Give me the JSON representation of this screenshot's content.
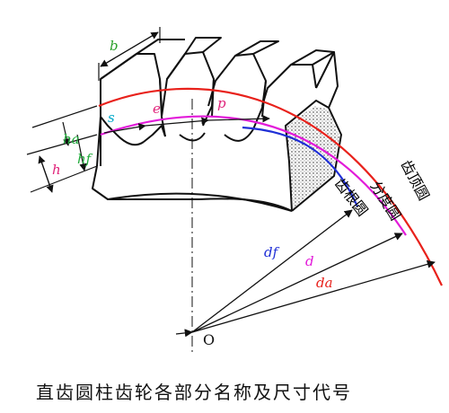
{
  "title": "直齿圆柱齿轮各部分名称及尺寸代号",
  "origin_label": "O",
  "labels": {
    "b": "b",
    "s": "s",
    "e": "e",
    "p": "p",
    "ha": "ha",
    "hf": "hf",
    "h": "h",
    "df": "df",
    "d": "d",
    "da": "da"
  },
  "circle_names": {
    "tip": "齿顶圆",
    "pitch": "分度圆",
    "root": "齿根圆"
  },
  "colors": {
    "tip_circle": "#e8211b",
    "pitch_circle": "#e21ad9",
    "root_circle": "#1f2fd6",
    "label_b": "#2ba02b",
    "label_s": "#00a8c8",
    "label_e": "#e0237a",
    "label_p": "#e0237a",
    "label_ha": "#1faa3a",
    "label_hf": "#1faa3a",
    "label_h": "#e0237a",
    "label_df": "#1f2fd6",
    "label_d": "#e21ad9",
    "label_da": "#e8211b",
    "outline": "#111111"
  }
}
